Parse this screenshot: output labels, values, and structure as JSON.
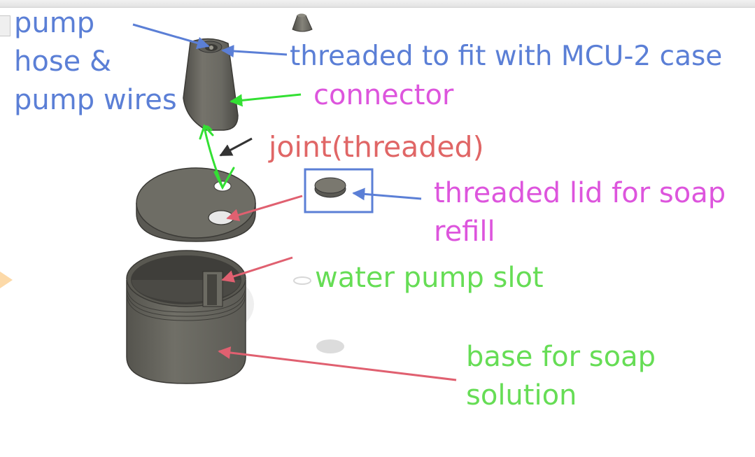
{
  "labels": {
    "pump_line1": "pump",
    "pump_line2": "hose &",
    "pump_line3": "pump wires",
    "threaded_case": "threaded to fit with MCU-2 case",
    "connector": "connector",
    "joint": "joint(threaded)",
    "lid_line1": "threaded lid for soap",
    "lid_line2": "refill",
    "pump_slot": "water pump slot",
    "base_line1": "base for soap",
    "base_line2": "solution"
  },
  "colors": {
    "blue_label": "#5b7fd6",
    "magenta_label": "#dd55dd",
    "red_label": "#e06666",
    "green_label": "#66dd55",
    "blue_arrow": "#5b7fd6",
    "red_arrow": "#e06070",
    "green_arrow": "#33e033",
    "black_arrow": "#333333",
    "part_fill": "#6b6a64",
    "part_dark": "#4a4944",
    "part_light": "#858378"
  }
}
